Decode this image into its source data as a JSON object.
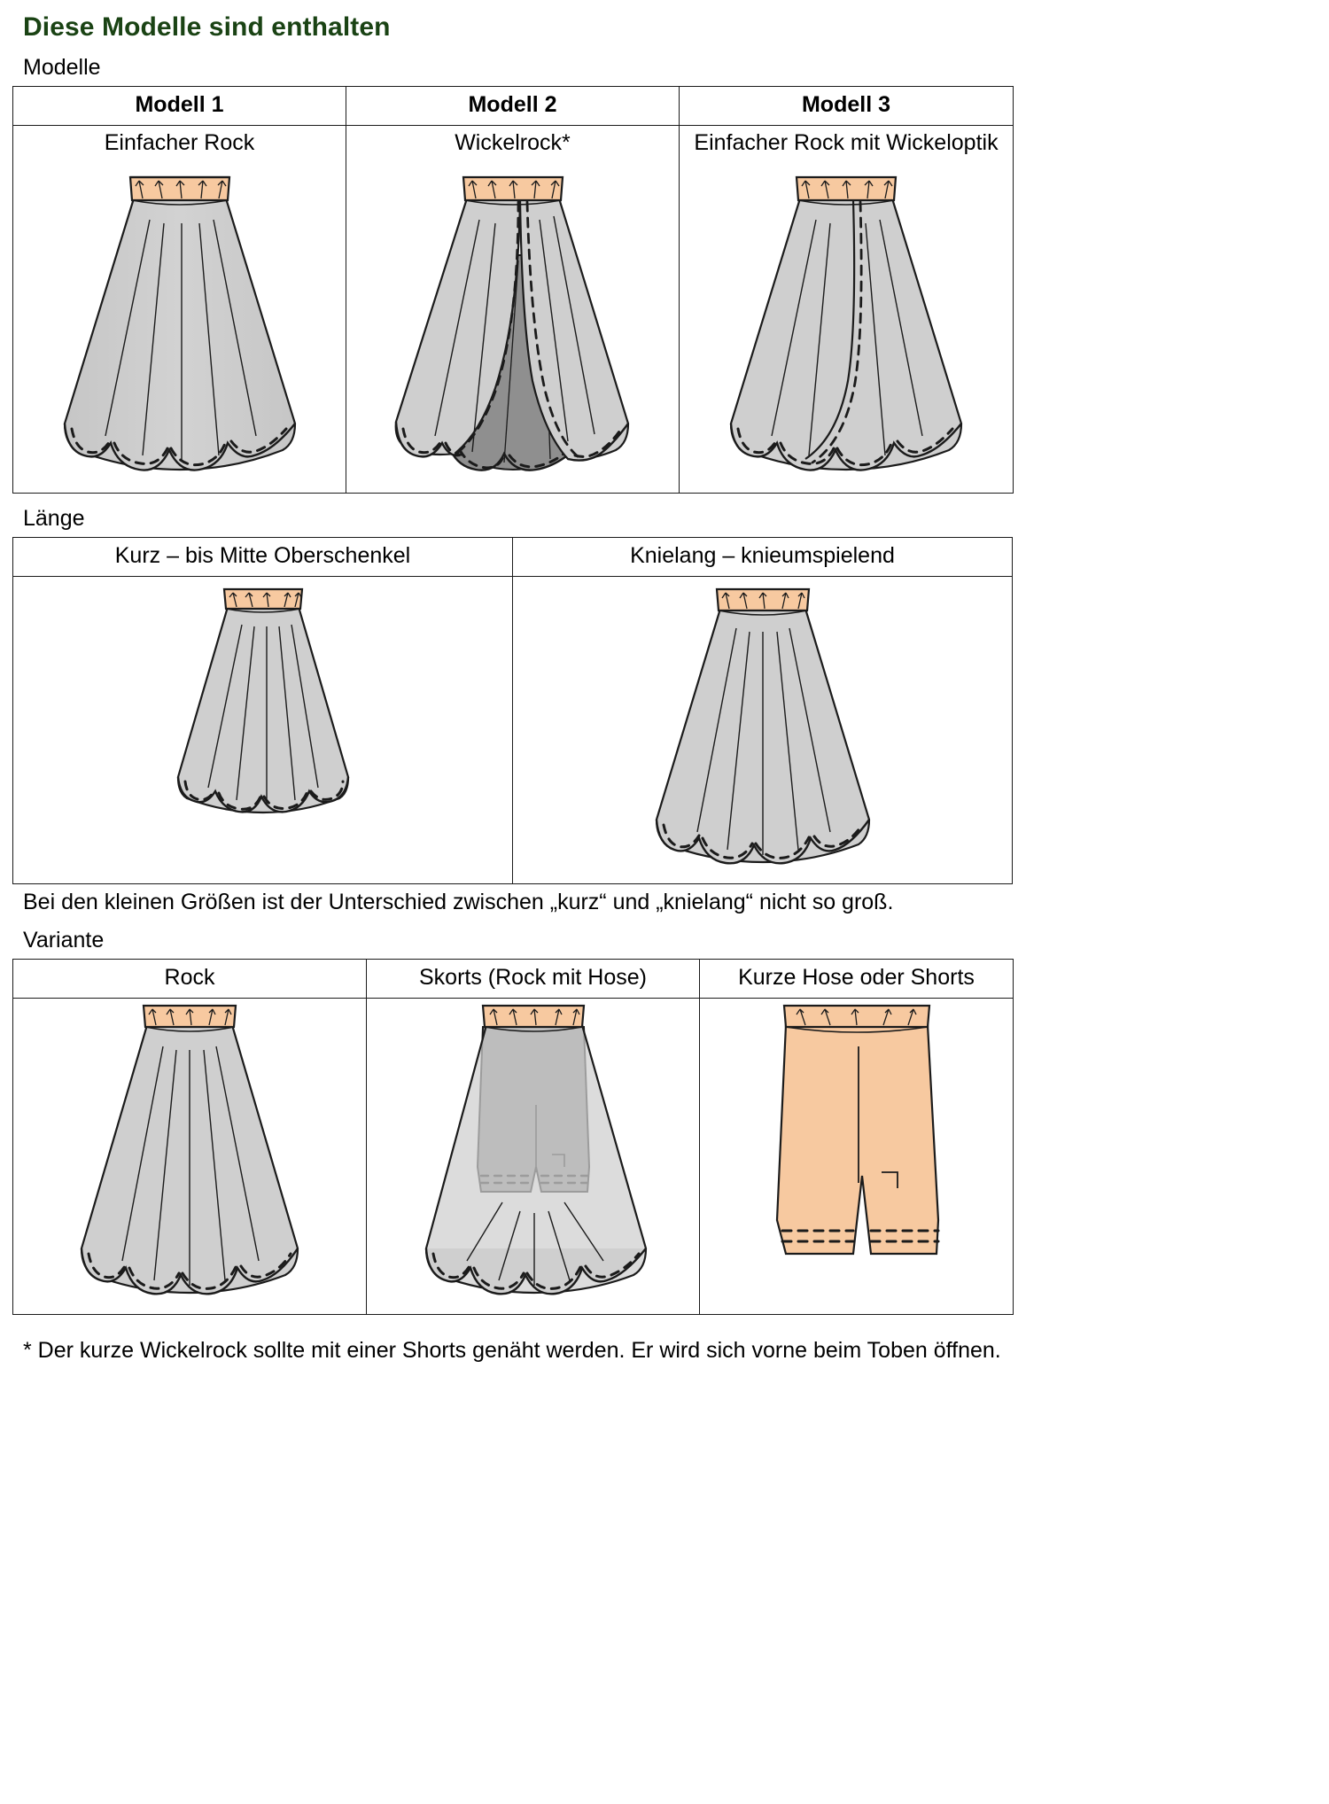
{
  "title": "Diese Modelle sind enthalten",
  "colors": {
    "title_green": "#1a4314",
    "fabric_light": "#cccccc",
    "fabric_dark": "#8c8c8c",
    "waistband_peach": "#f7c9a0",
    "outline": "#1b1b1b"
  },
  "sections": [
    {
      "label": "Modelle",
      "name": "modelle",
      "columns": [
        {
          "header": "Modell 1",
          "sub": "Einfacher Rock",
          "figure": "skirt-plain"
        },
        {
          "header": "Modell 2",
          "sub": "Wickelrock*",
          "figure": "skirt-wrap-open"
        },
        {
          "header": "Modell 3",
          "sub": "Einfacher Rock mit Wickeloptik",
          "figure": "skirt-wrap-look"
        }
      ]
    },
    {
      "label": "Länge",
      "name": "laenge",
      "columns": [
        {
          "header": "Kurz – bis Mitte Oberschenkel",
          "sub": "",
          "figure": "skirt-short"
        },
        {
          "header": "Knielang – knieumspielend",
          "sub": "",
          "figure": "skirt-knee"
        }
      ]
    },
    {
      "label": "Variante",
      "name": "variante",
      "columns": [
        {
          "header": "Rock",
          "sub": "",
          "figure": "skirt-plain"
        },
        {
          "header": "Skorts (Rock mit Hose)",
          "sub": "",
          "figure": "skort"
        },
        {
          "header": "Kurze Hose oder Shorts",
          "sub": "",
          "figure": "shorts"
        }
      ]
    }
  ],
  "note_laenge": "Bei den kleinen Größen ist der Unterschied zwischen „kurz“ und „knielang“ nicht so groß.",
  "footnote": "* Der kurze Wickelrock sollte mit einer Shorts genäht werden. Er wird sich vorne beim Toben öffnen."
}
